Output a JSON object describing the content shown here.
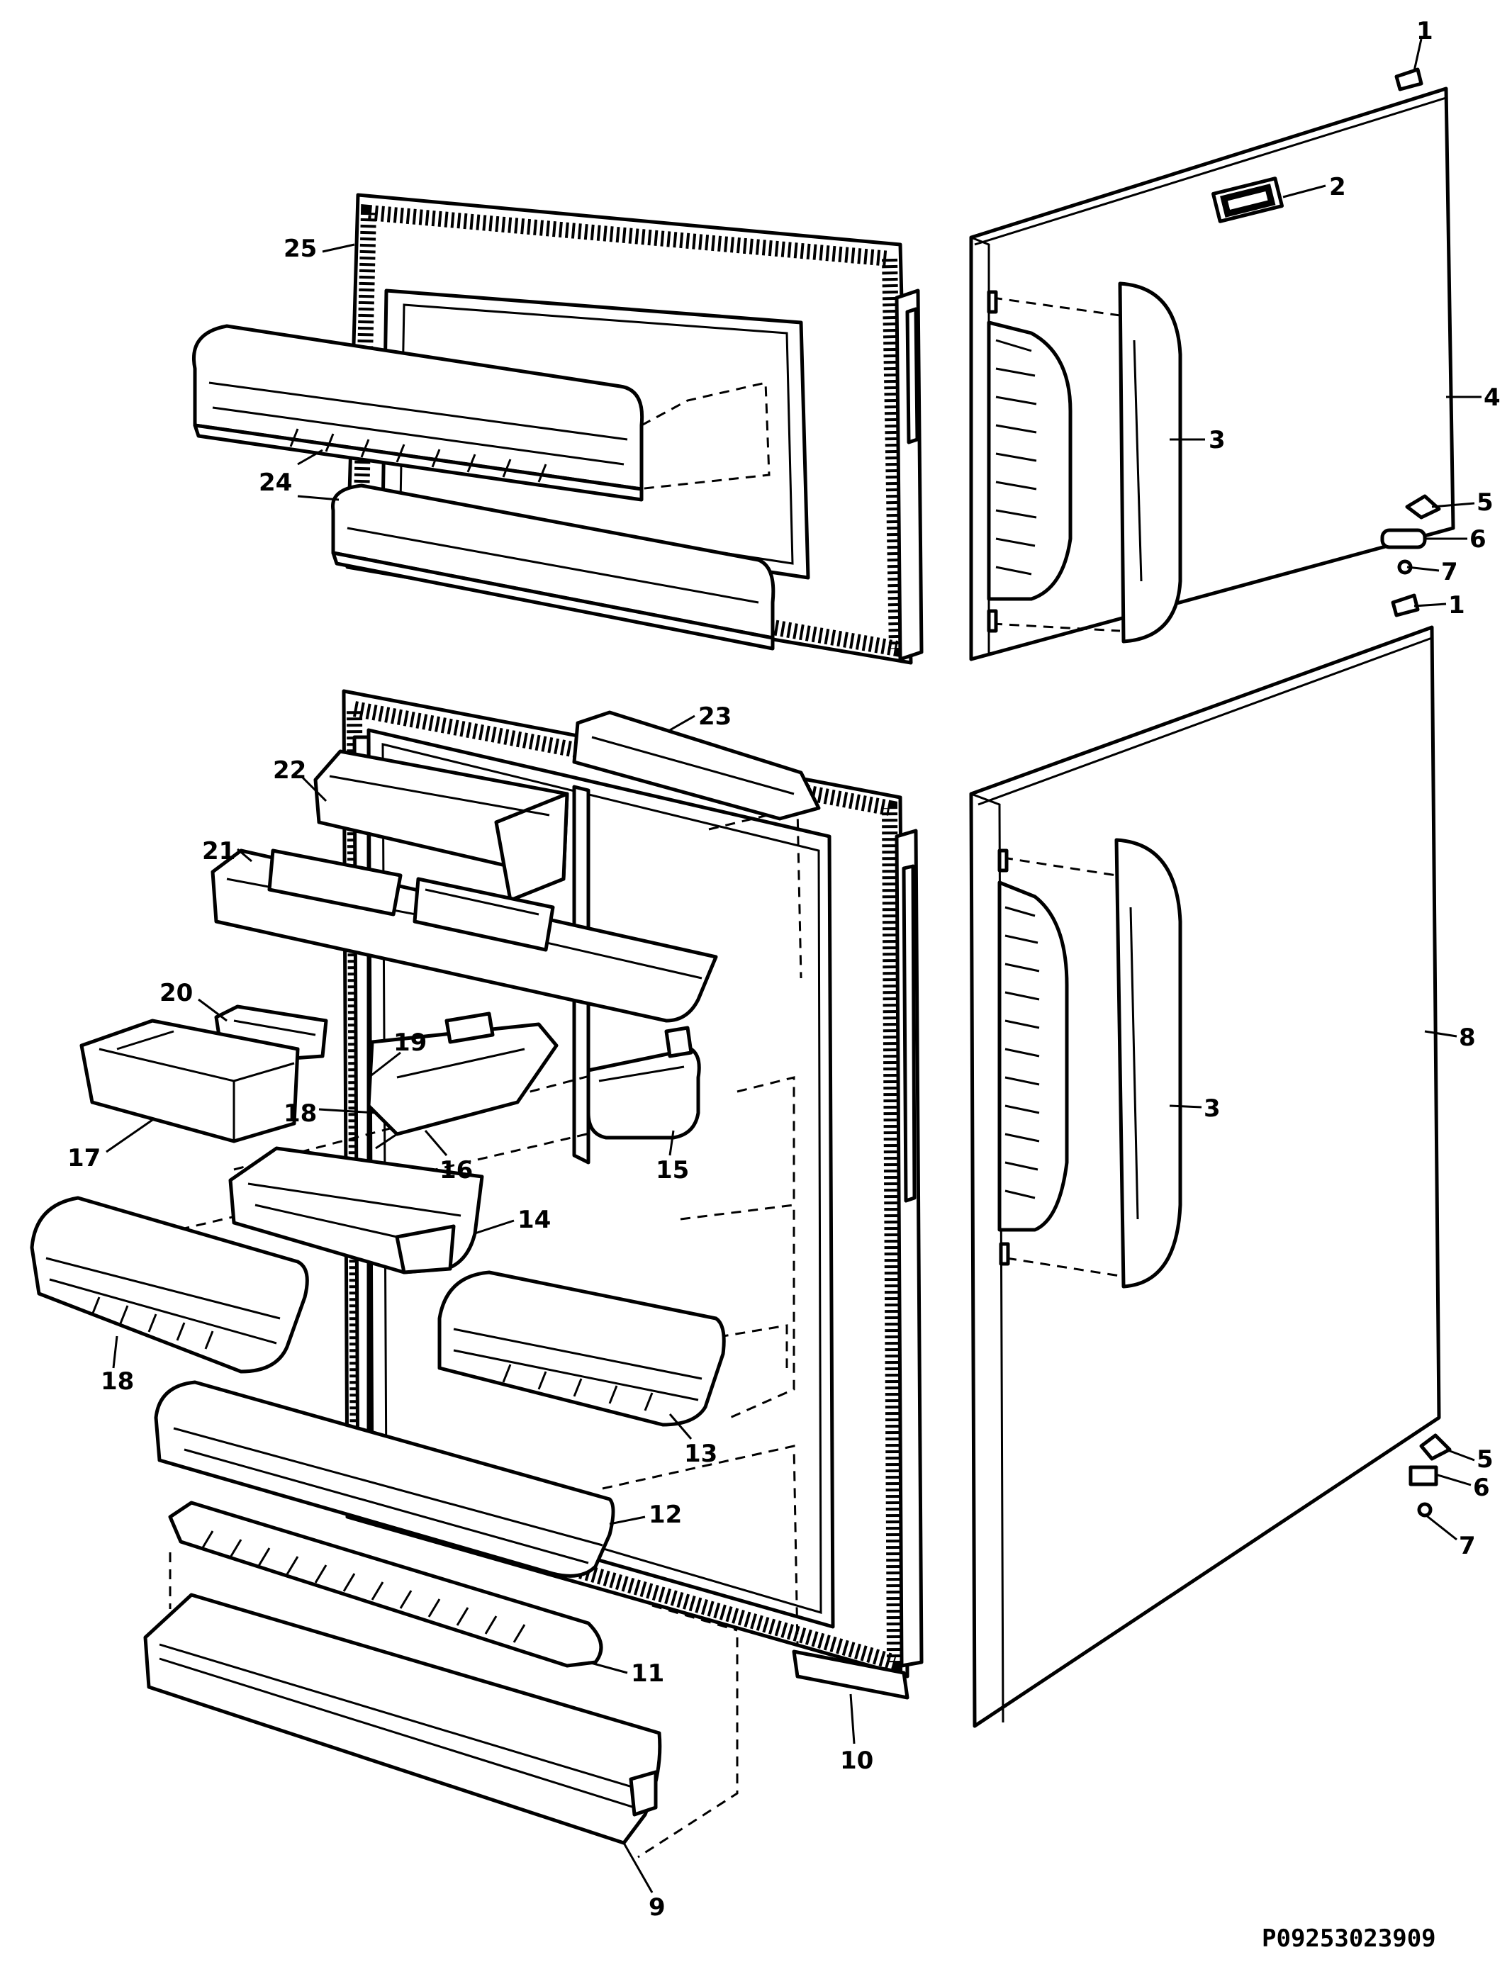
{
  "diagram": {
    "drawing_code": "P09253023909",
    "callouts": {
      "c1a": "1",
      "c2": "2",
      "c3a": "3",
      "c4": "4",
      "c5a": "5",
      "c6a": "6",
      "c7a": "7",
      "c1b": "1",
      "c8": "8",
      "c3b": "3",
      "c5b": "5",
      "c6b": "6",
      "c7b": "7",
      "c9": "9",
      "c10": "10",
      "c11": "11",
      "c12": "12",
      "c13": "13",
      "c14": "14",
      "c15": "15",
      "c16": "16",
      "c17": "17",
      "c18a": "18",
      "c18b": "18",
      "c19": "19",
      "c20": "20",
      "c21": "21",
      "c22": "22",
      "c23": "23",
      "c24": "24",
      "c25": "25"
    }
  }
}
